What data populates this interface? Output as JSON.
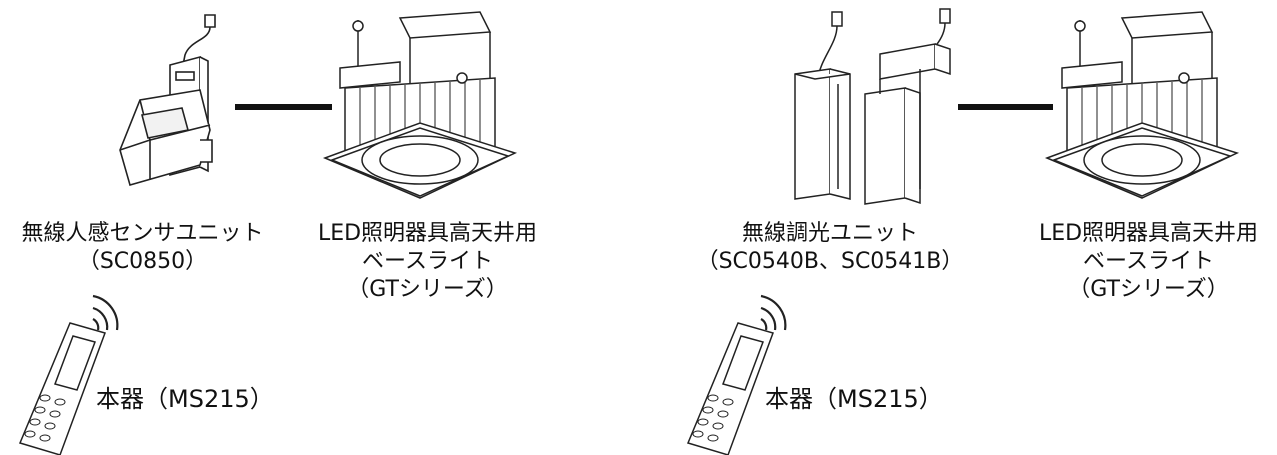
{
  "left_group": {
    "sensor_name": "無線人感センサユニット",
    "sensor_model": "（SC0850）",
    "light_line1": "LED照明器具高天井用",
    "light_line2": "ベースライト",
    "light_line3": "（GTシリーズ）",
    "remote_label": "本器（MS215）"
  },
  "right_group": {
    "dimmer_name": "無線調光ユニット",
    "dimmer_model": "（SC0540B、SC0541B）",
    "light_line1": "LED照明器具高天井用",
    "light_line2": "ベースライト",
    "light_line3": "（GTシリーズ）",
    "remote_label": "本器（MS215）"
  }
}
